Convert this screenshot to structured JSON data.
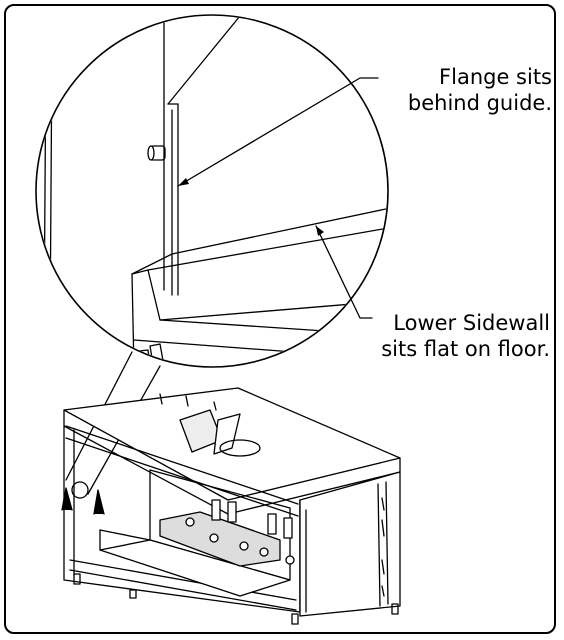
{
  "callouts": {
    "flange": {
      "line1": "Flange sits",
      "line2": "behind guide."
    },
    "sidewall": {
      "line1": "Lower Sidewall",
      "line2": "sits flat on floor."
    }
  },
  "colors": {
    "ink": "#000000",
    "paper": "#ffffff",
    "shade": "#d8d8d8"
  }
}
